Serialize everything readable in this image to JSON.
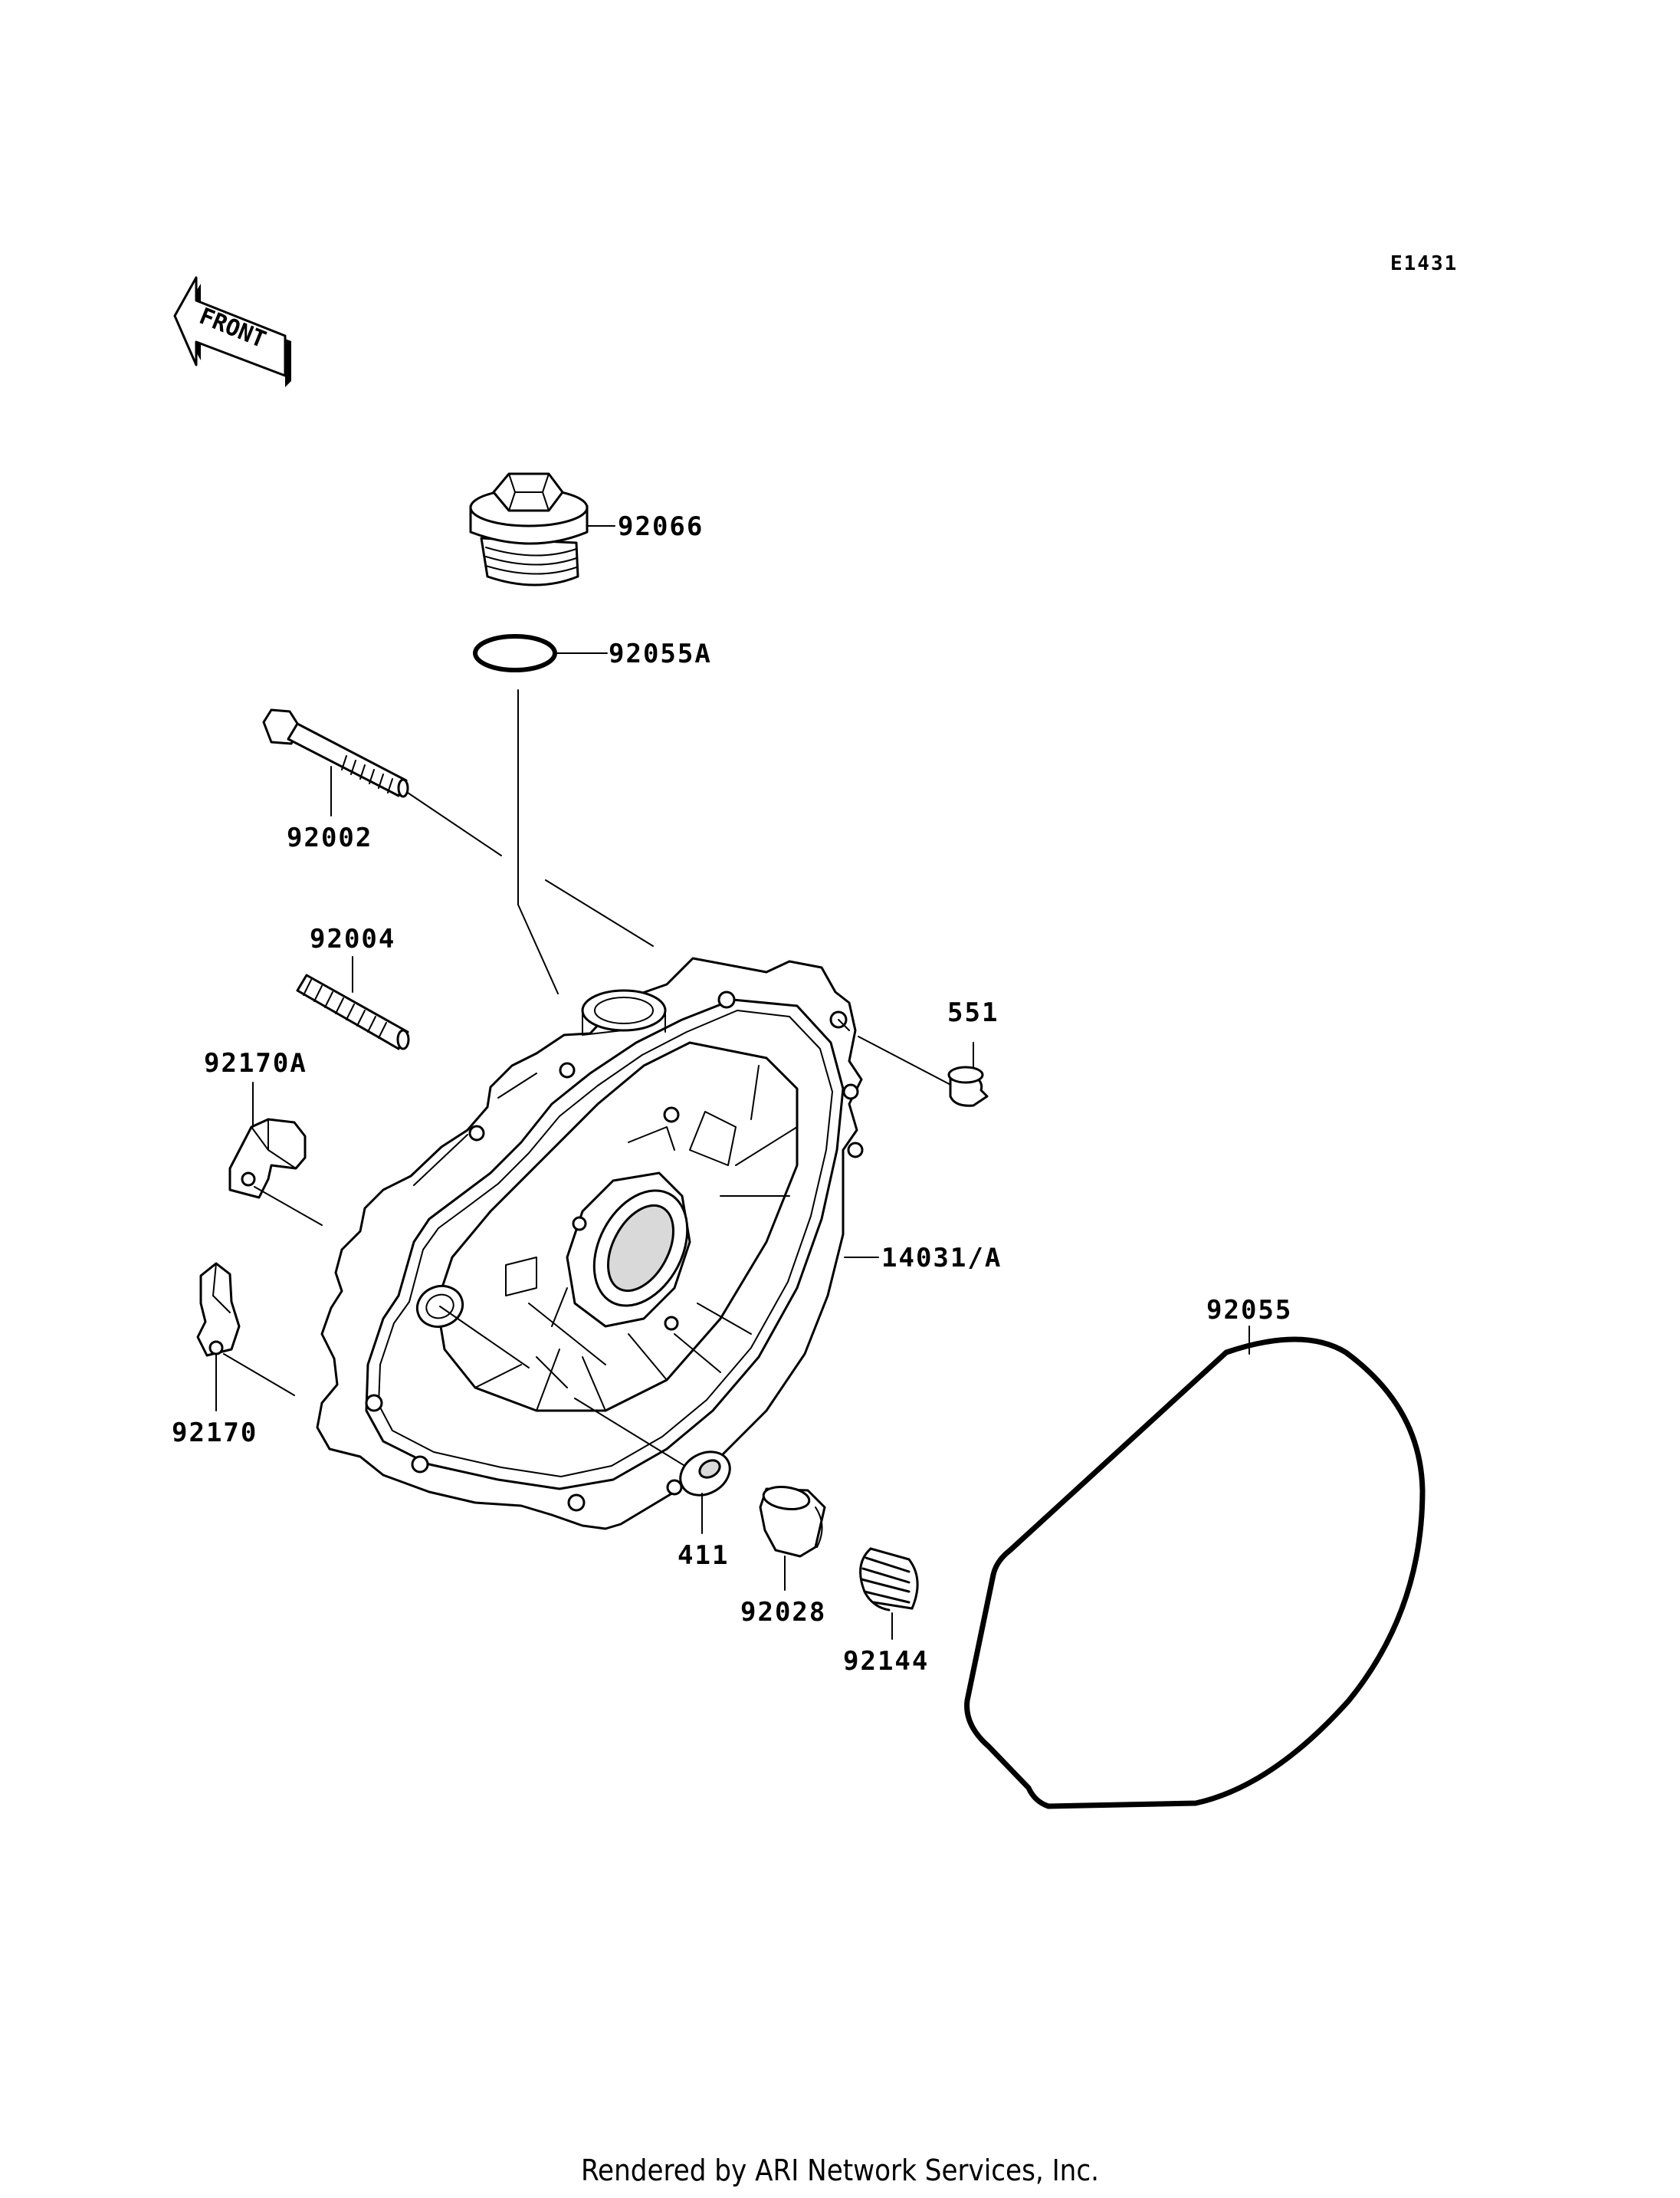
{
  "diagram_code": "E1431",
  "front_label": "FRONT",
  "parts": {
    "oil_filler_plug": "92066",
    "o_ring_small": "92055A",
    "bolt": "92002",
    "stud": "92004",
    "clamp_a": "92170A",
    "clamp": "92170",
    "dowel_pin": "551",
    "cover": "14031/A",
    "o_ring_large": "92055",
    "washer": "411",
    "collar": "92028",
    "spring": "92144"
  },
  "footer": "Rendered by ARI Network Services, Inc."
}
